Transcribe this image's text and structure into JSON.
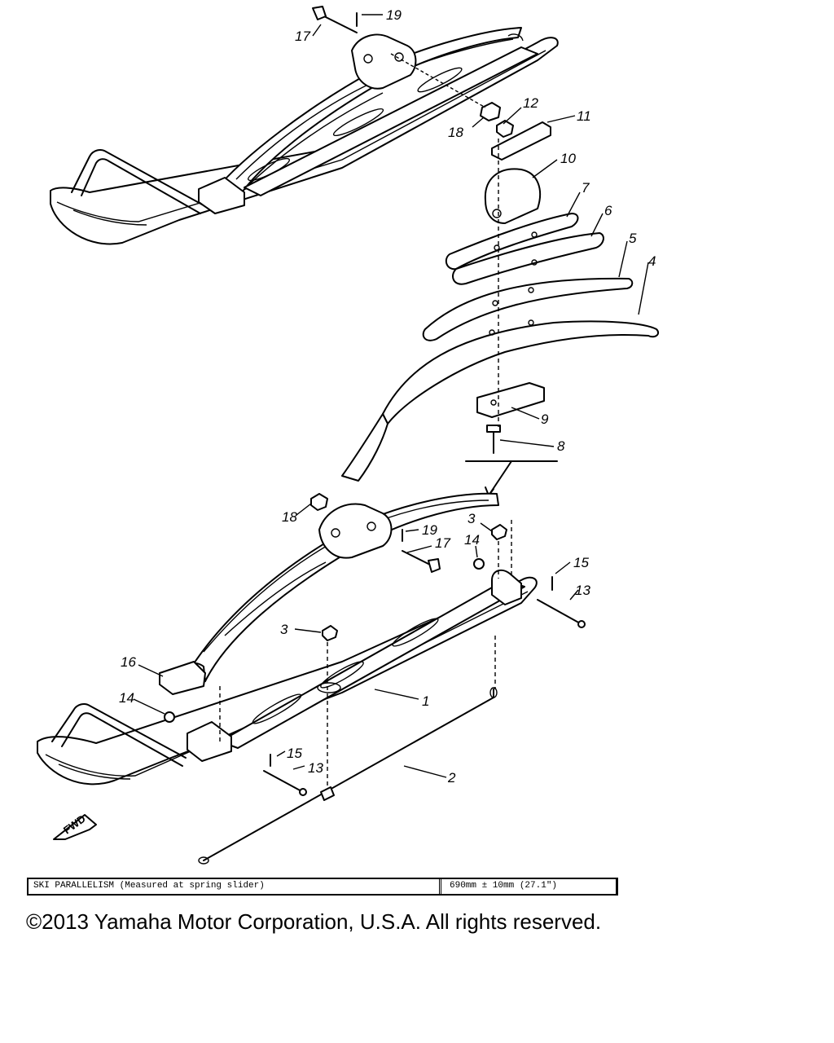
{
  "callouts": {
    "p1": "1",
    "p2": "2",
    "p3a": "3",
    "p3b": "3",
    "p4": "4",
    "p5": "5",
    "p6": "6",
    "p7": "7",
    "p8": "8",
    "p9": "9",
    "p10": "10",
    "p11": "11",
    "p12": "12",
    "p13a": "13",
    "p13b": "13",
    "p14a": "14",
    "p14b": "14",
    "p15a": "15",
    "p15b": "15",
    "p16": "16",
    "p17a": "17",
    "p17b": "17",
    "p18a": "18",
    "p18b": "18",
    "p19a": "19",
    "p19b": "19"
  },
  "fwd_label": "FWD",
  "spec": {
    "label": "SKI PARALLELISM (Measured at spring slider)",
    "value": "690mm ± 10mm (27.1\")"
  },
  "copyright": "©2013 Yamaha Motor Corporation, U.S.A. All rights reserved."
}
